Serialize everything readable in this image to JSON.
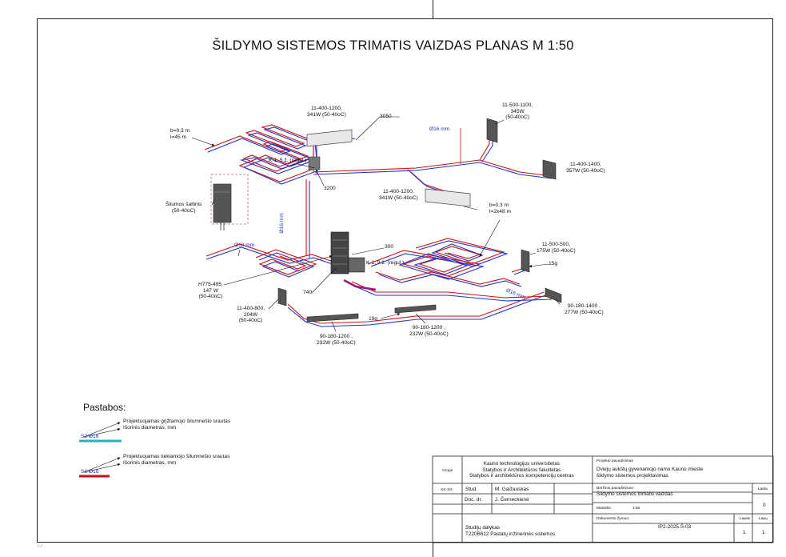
{
  "title": "ŠILDYMO SISTEMOS TRIMATIS VAIZDAS PLANAS M 1:50",
  "labels": {
    "rad_top_center": "11-400-1200,\n341W (50-40oC)",
    "rad_top_center_dim": "3050",
    "rad_top_right": "11-500-1100,\n345W\n(50-40oC)",
    "diam_top": "Ø16 mm",
    "loop_top_left": "b=0.3 m\nl=45 m",
    "k1_top": "K-1, 5 ž. (regul.)",
    "dim_3200": "3200",
    "rad_right_upper": "11-400-1400,\n357W (50-40oC)",
    "rad_middle": "11-400-1200,\n341W (50-40oC)",
    "heat_source": "Šilumos šaltinis\n(50-40oC)",
    "diam_vertical": "Ø16 mm",
    "loop_mid_right": "b=0.3 m\nl=2x48 m",
    "diam_18": "Ø18 mm",
    "dim_300": "300",
    "k1_mid": "K-1, 9 ž. (regul.)",
    "rad_small_right": "11-500-500,\n175W (50-40oC)",
    "count_15": "15g",
    "towel_rail": "H775-495,\n147 W\n(50-40oC)",
    "dim_740": "740",
    "diam_lower": "Ø16 mm",
    "rad_lower_left": "11-400-800,\n204W\n(50-40oC)",
    "conv_right": "90-180-1400 ,\n277W (50-40oC)",
    "count_19": "19g",
    "conv_mid": "90-180-1200 ,\n232W (50-40oC)",
    "conv_left": "90-180-1200 ,\n232W (50-40oC)"
  },
  "notes": {
    "heading": "Pastabos:",
    "return_line1": "Projektuojamas grįžtamojo šilumnešio srautas",
    "return_line2": "Išorinis diametras, mm",
    "return_code": "S2 Ø16",
    "supply_line1": "Projektuojamas tiekiamojo šilumnešio srautas",
    "supply_line2": "Išorinis diametras, mm",
    "supply_code": "S1 Ø16",
    "colors": {
      "return": "#19b8c8",
      "supply": "#cc1111",
      "pipe_blue": "#2233cc",
      "pipe_red": "#cc1111"
    }
  },
  "title_block": {
    "grupe_label": "Grupė",
    "university": "Kauno technologijos universitetas\nStatybos ir Architektūros fakultetas\nStatybos ir architektūros kompetencijų centras",
    "project_name_label": "Projekto pavadinimas",
    "project_name": "Dviejų aukštų gyvenamojo namo Kauno mieste\nšildymo sistemos projektavimas",
    "group_code": "SS-3/3",
    "role_stud": "Stud.",
    "name_stud": "M. Gaižauskas",
    "role_doc": "Doc. dr.",
    "name_doc": "J. Černeckienė",
    "drawing_name_label": "Brėžinio pavadinimas:",
    "drawing_name": "Šildymo sistemos trimatis vaizdas",
    "laida_label": "Laida",
    "laida_value": "0",
    "scale_label": "Mastelis:",
    "scale_value": "1:50",
    "doc_mark_label": "Dokumento žymuo:",
    "doc_mark": "IP2-2025.Š-03",
    "lapas_label": "Lapas",
    "lapu_label": "Lapų",
    "lapas_value": "1",
    "lapu_value": "1",
    "subject": "Studijų dalykas\nT220B612 Pastatų inžinerinės sistemos"
  },
  "corner_mark": "A3"
}
